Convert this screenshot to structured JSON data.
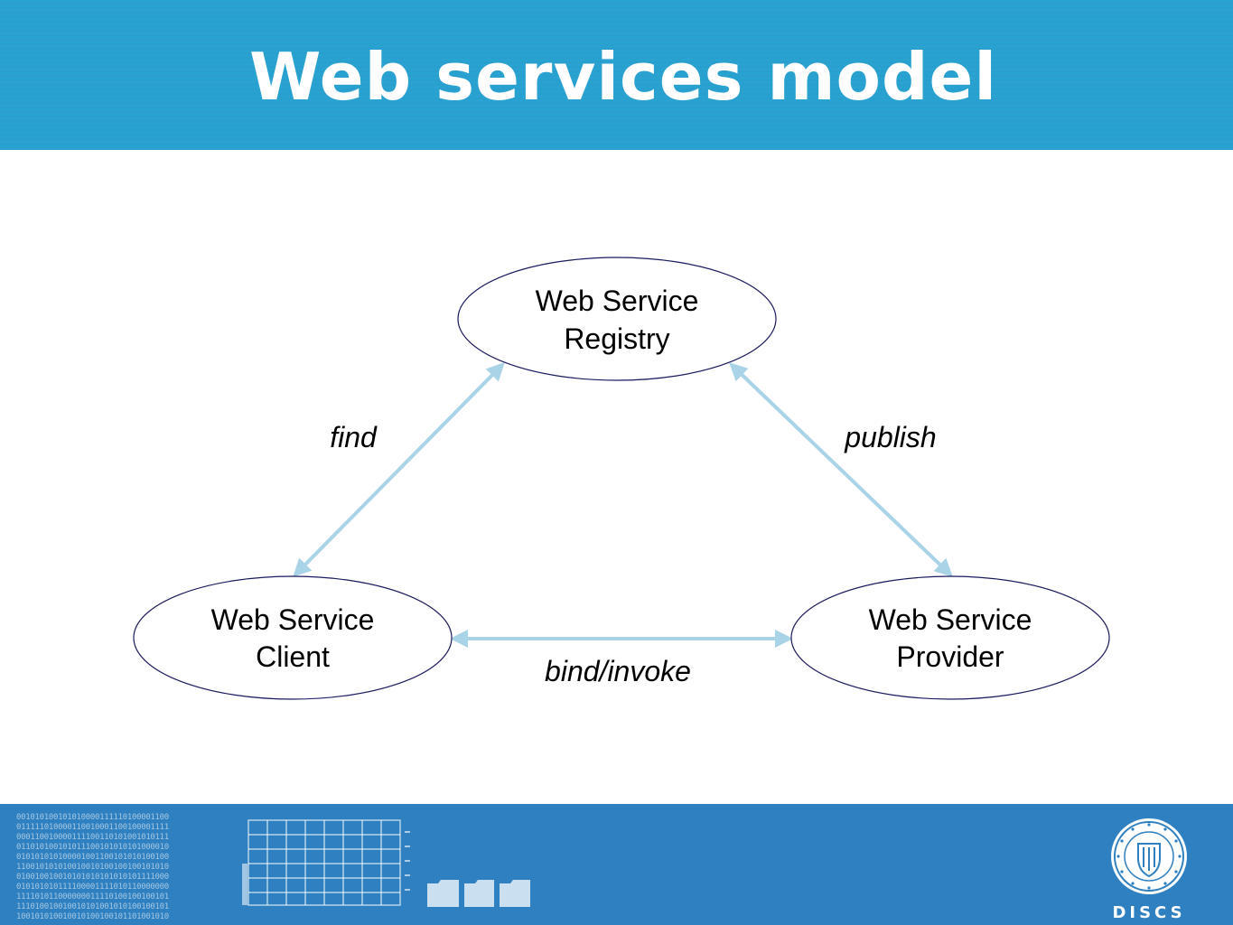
{
  "slide": {
    "title": "Web services model"
  },
  "diagram": {
    "nodes": {
      "registry": {
        "line1": "Web Service",
        "line2": "Registry"
      },
      "client": {
        "line1": "Web Service",
        "line2": "Client"
      },
      "provider": {
        "line1": "Web Service",
        "line2": "Provider"
      }
    },
    "edges": {
      "find": "find",
      "publish": "publish",
      "bind_invoke": "bind/invoke"
    },
    "arrow_color": "#a9d3e6",
    "node_border_color": "#1a1a5e"
  },
  "footer": {
    "brand_text": "DISCS",
    "binary_pattern": "0010101001010100001111101000011001000110010000111100110101001010111001010101010000100110010101010010010100100100101010101010101011110000111101011000000011110100100100101010010101001001010010010110100101001000010101001001010010101001010010101001010010101001010100101010110101001010101"
  },
  "colors": {
    "title_bar": "#27a2d1",
    "footer_bar": "#2f80c0"
  }
}
